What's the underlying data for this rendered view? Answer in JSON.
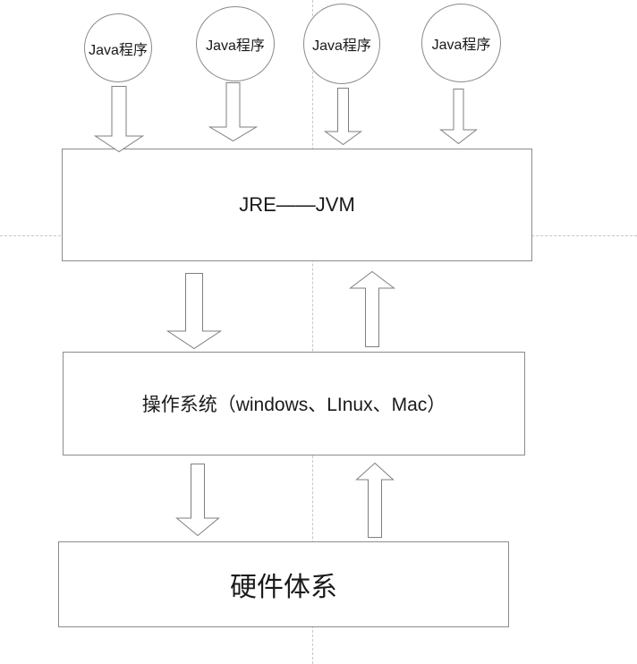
{
  "diagram": {
    "java_nodes": [
      {
        "label": "Java程序"
      },
      {
        "label": "Java程序"
      },
      {
        "label": "Java程序"
      },
      {
        "label": "Java程序"
      }
    ],
    "layers": {
      "jre": {
        "label": "JRE——JVM"
      },
      "os": {
        "label": "操作系统（windows、LInux、Mac）"
      },
      "hardware": {
        "label": "硬件体系"
      }
    },
    "flows": [
      {
        "from": "Java程序",
        "to": "JRE——JVM",
        "direction": "down"
      },
      {
        "from": "Java程序",
        "to": "JRE——JVM",
        "direction": "down"
      },
      {
        "from": "Java程序",
        "to": "JRE——JVM",
        "direction": "down"
      },
      {
        "from": "Java程序",
        "to": "JRE——JVM",
        "direction": "down"
      },
      {
        "from": "JRE——JVM",
        "to": "操作系统（windows、LInux、Mac）",
        "direction": "down"
      },
      {
        "from": "操作系统（windows、LInux、Mac）",
        "to": "JRE——JVM",
        "direction": "up"
      },
      {
        "from": "操作系统（windows、LInux、Mac）",
        "to": "硬件体系",
        "direction": "down"
      },
      {
        "from": "硬件体系",
        "to": "操作系统（windows、LInux、Mac）",
        "direction": "up"
      }
    ],
    "icons": {
      "down_arrow": "down-arrow-icon",
      "up_arrow": "up-arrow-icon"
    },
    "colors": {
      "background": "#ffffff",
      "box_border": "#8c8c8c",
      "circle_border": "#8a8a8a",
      "arrow_line": "#7f7f7f",
      "arrow_fill": "#ffffff",
      "dashed_guide": "#c6c6c6",
      "text": "#1a1a1a"
    }
  }
}
